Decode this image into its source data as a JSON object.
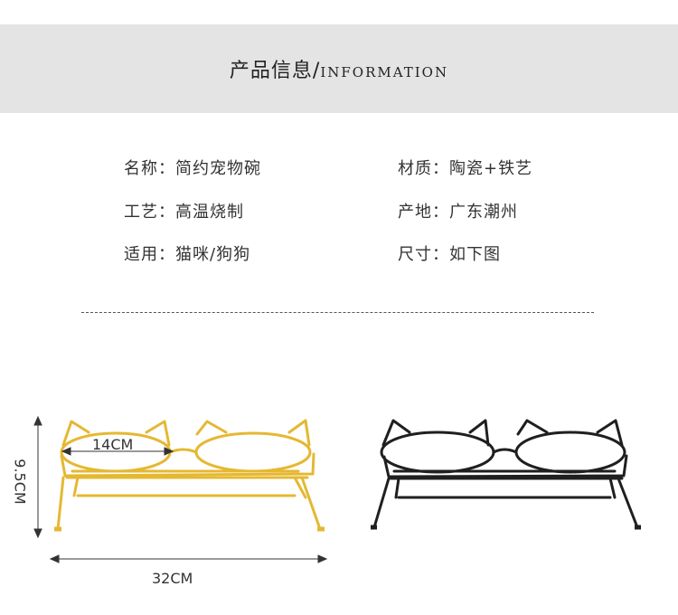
{
  "header": {
    "title_cn": "产品信息/",
    "title_en": "INFORMATION"
  },
  "specs": {
    "name": "名称：简约宠物碗",
    "material": "材质：陶瓷+铁艺",
    "craft": "工艺：高温烧制",
    "origin": "产地：广东潮州",
    "usage": "适用：猫咪/狗狗",
    "size": "尺寸：如下图"
  },
  "dimensions": {
    "bowl_diameter": "14CM",
    "height": "9.5CM",
    "length": "32CM"
  },
  "colors": {
    "gold": "#E5B832",
    "black": "#1f1f1f",
    "header_bg": "#e4e4e4"
  }
}
